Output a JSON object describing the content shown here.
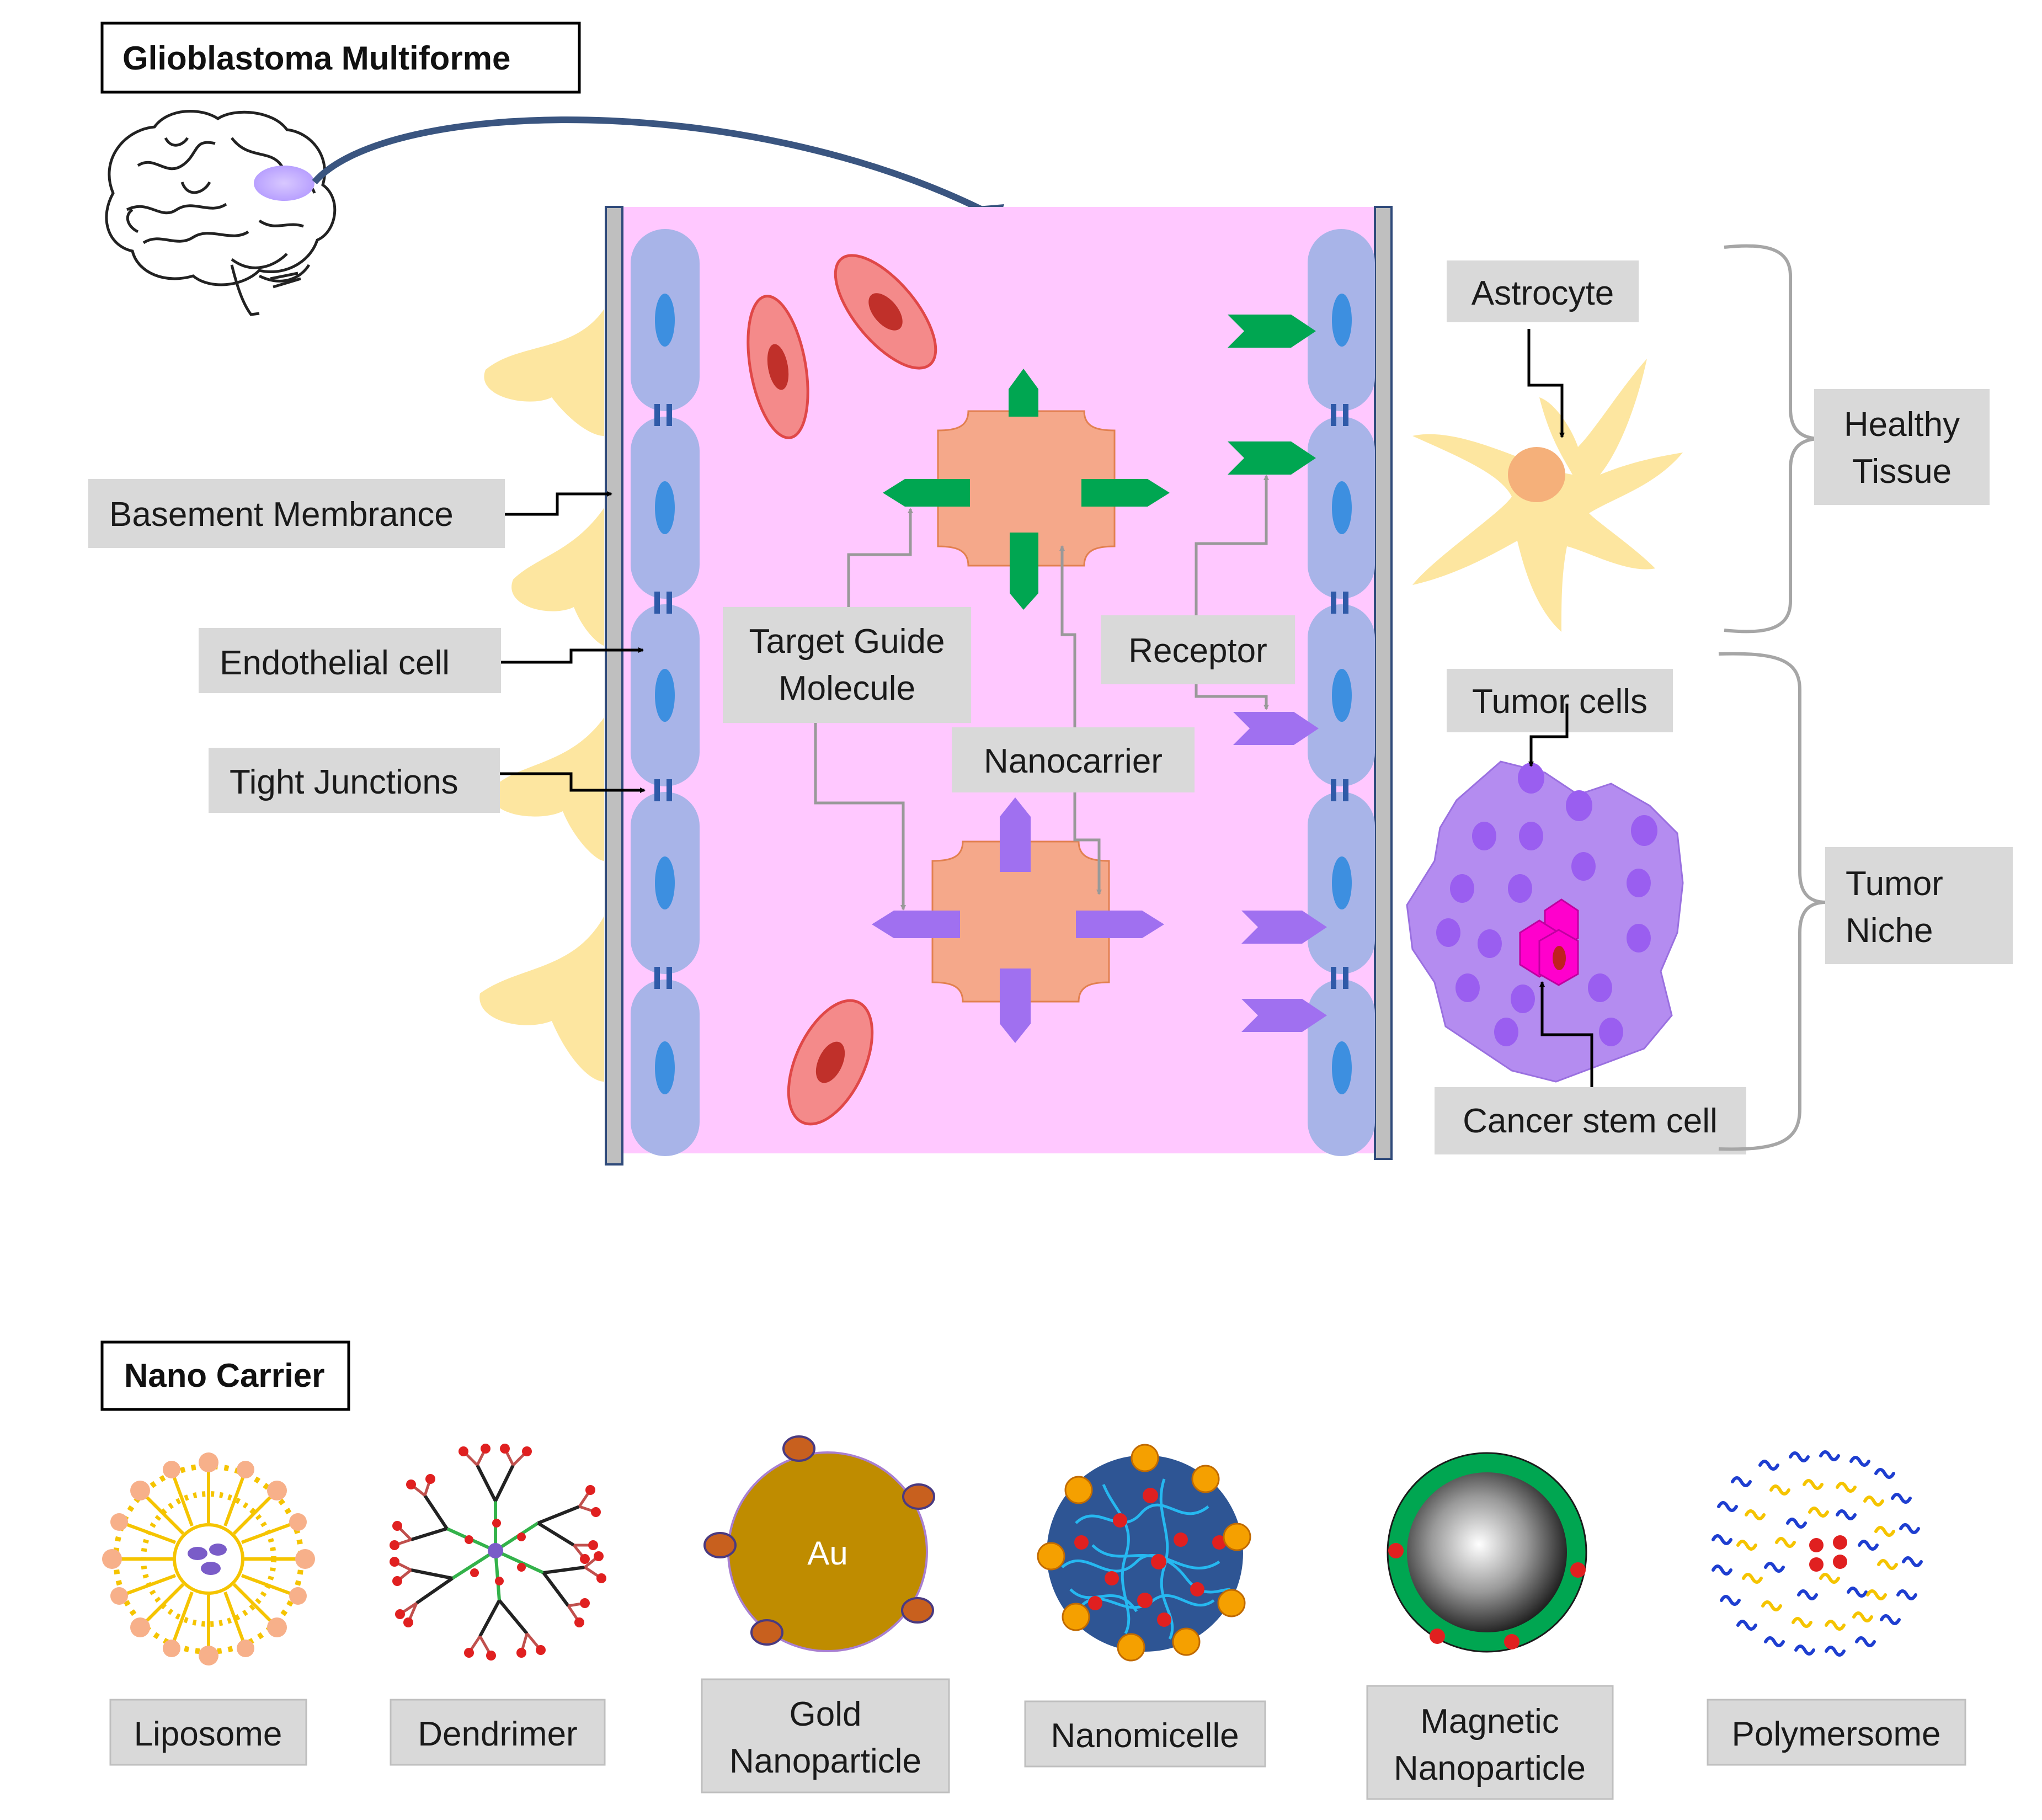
{
  "titles": {
    "glioblastoma": "Glioblastoma Multiforme",
    "nano_carrier": "Nano Carrier"
  },
  "labels": {
    "basement_membrane": "Basement Membrance",
    "endothelial_cell": "Endothelial cell",
    "tight_junctions": "Tight Junctions",
    "target_guide_1": "Target Guide",
    "target_guide_2": "Molecule",
    "receptor": "Receptor",
    "nanocarrier": "Nanocarrier",
    "astrocyte": "Astrocyte",
    "healthy_1": "Healthy",
    "healthy_2": "Tissue",
    "tumor_cells": "Tumor cells",
    "tumor_niche_1": "Tumor",
    "tumor_niche_2": "Niche",
    "cancer_stem_cell": "Cancer stem cell"
  },
  "carriers": {
    "liposome": "Liposome",
    "dendrimer": "Dendrimer",
    "gold_1": "Gold",
    "gold_2": "Nanoparticle",
    "gold_symbol": "Au",
    "nanomicelle": "Nanomicelle",
    "magnetic_1": "Magnetic",
    "magnetic_2": "Nanoparticle",
    "polymersome": "Polymersome"
  },
  "colors": {
    "vessel_lumen": "#ffc8ff",
    "endothelium": "#a8b4e8",
    "astrocyte": "#fde6a0",
    "ligand_green": "#00a651",
    "ligand_purple": "#a070f0",
    "nanocarrier_body": "#f5a88a",
    "red_blood_cell": "#f06060",
    "tumor": "#b48cf0",
    "stem_cell": "#ff00cc",
    "label_box": "#d9d9d9",
    "gold": "#bf8c00"
  }
}
